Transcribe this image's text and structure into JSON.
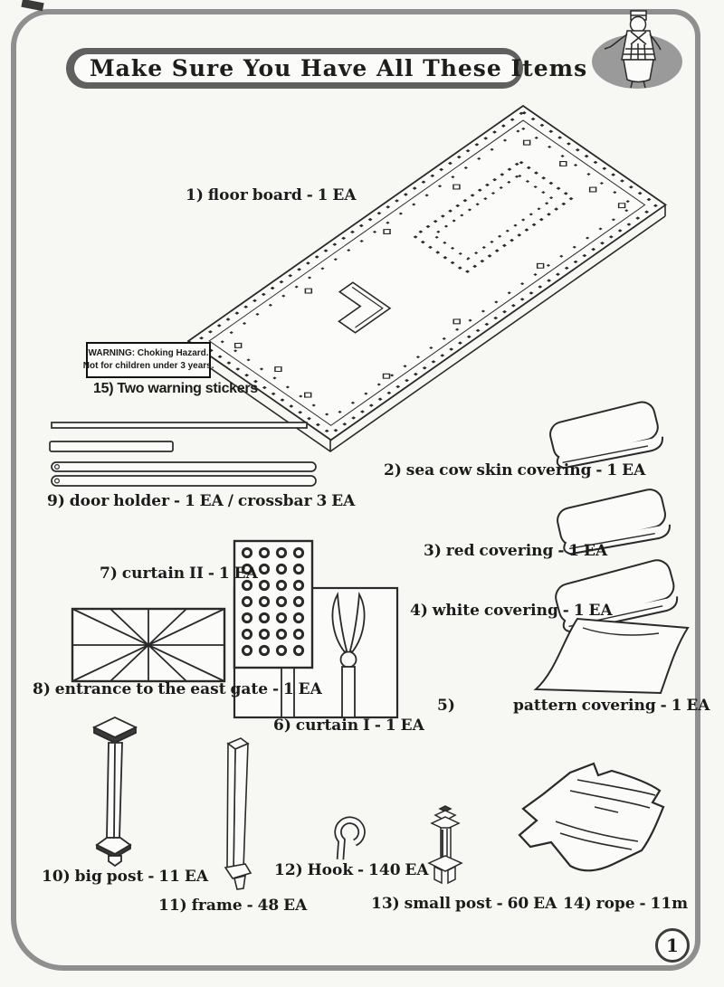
{
  "title": "Make Sure You Have All These Items",
  "page_number": "1",
  "colors": {
    "banner_gray": "#606060",
    "frame_gray": "#8f8f8f",
    "ink": "#1b1b1b"
  },
  "warning_sticker": {
    "line1": "WARNING: Choking Hazard.",
    "line2": "Not for children under 3 years."
  },
  "items": {
    "floor_board": {
      "label": "1) floor board - 1 EA"
    },
    "sea_cow_skin_covering": {
      "label": "2) sea cow skin covering - 1 EA"
    },
    "red_covering": {
      "label": "3) red covering - 1 EA"
    },
    "white_covering": {
      "label": "4) white covering - 1 EA"
    },
    "pattern_covering": {
      "number": "5)",
      "label": "pattern covering - 1 EA"
    },
    "curtain_1": {
      "label": "6) curtain I - 1 EA"
    },
    "curtain_2": {
      "label": "7) curtain II - 1 EA"
    },
    "entrance_east_gate": {
      "label": "8) entrance to the east gate - 1 EA"
    },
    "door_holder": {
      "label": "9) door holder - 1 EA / crossbar 3 EA"
    },
    "big_post": {
      "label": "10) big post - 11 EA"
    },
    "frame": {
      "label": "11) frame - 48 EA"
    },
    "hook": {
      "label": "12) Hook - 140 EA"
    },
    "small_post": {
      "label": "13) small post - 60 EA"
    },
    "rope": {
      "label": "14) rope - 11m"
    },
    "warning_stickers": {
      "label": "15) Two warning stickers"
    }
  }
}
